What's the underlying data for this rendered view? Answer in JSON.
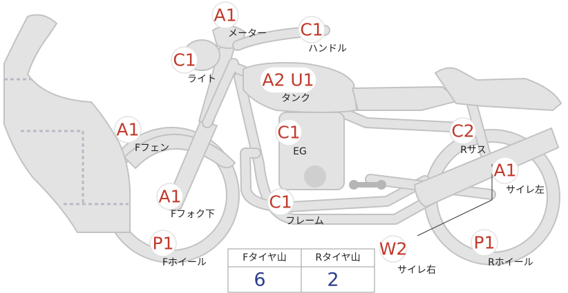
{
  "parts": {
    "meter": {
      "code": "A1",
      "label": "メーター"
    },
    "handle": {
      "code": "C1",
      "label": "ハンドル"
    },
    "light": {
      "code": "C1",
      "label": "ライト"
    },
    "tank": {
      "code": "A2 U1",
      "label": "タンク"
    },
    "f_fender": {
      "code": "A1",
      "label": "Fフェン"
    },
    "engine": {
      "code": "C1",
      "label": "EG"
    },
    "r_suspension": {
      "code": "C2",
      "label": "Rサス"
    },
    "muffler_left": {
      "code": "A1",
      "label": "サイレ左"
    },
    "f_fork_lower": {
      "code": "A1",
      "label": "Fフォク下"
    },
    "frame": {
      "code": "C1",
      "label": "フレーム"
    },
    "f_wheel": {
      "code": "P1",
      "label": "Fホイール"
    },
    "muffler_right": {
      "code": "W2",
      "label": "サイレ右"
    },
    "r_wheel": {
      "code": "P1",
      "label": "Rホイール"
    }
  },
  "tire_table": {
    "headers": [
      "Fタイヤ山",
      "Rタイヤ山"
    ],
    "values": [
      "6",
      "2"
    ]
  },
  "colors": {
    "code_red": "#c0392b",
    "value_blue": "#2c3e8f",
    "part_fill": "#e3e3e3",
    "part_outline": "#c2c2c2"
  }
}
